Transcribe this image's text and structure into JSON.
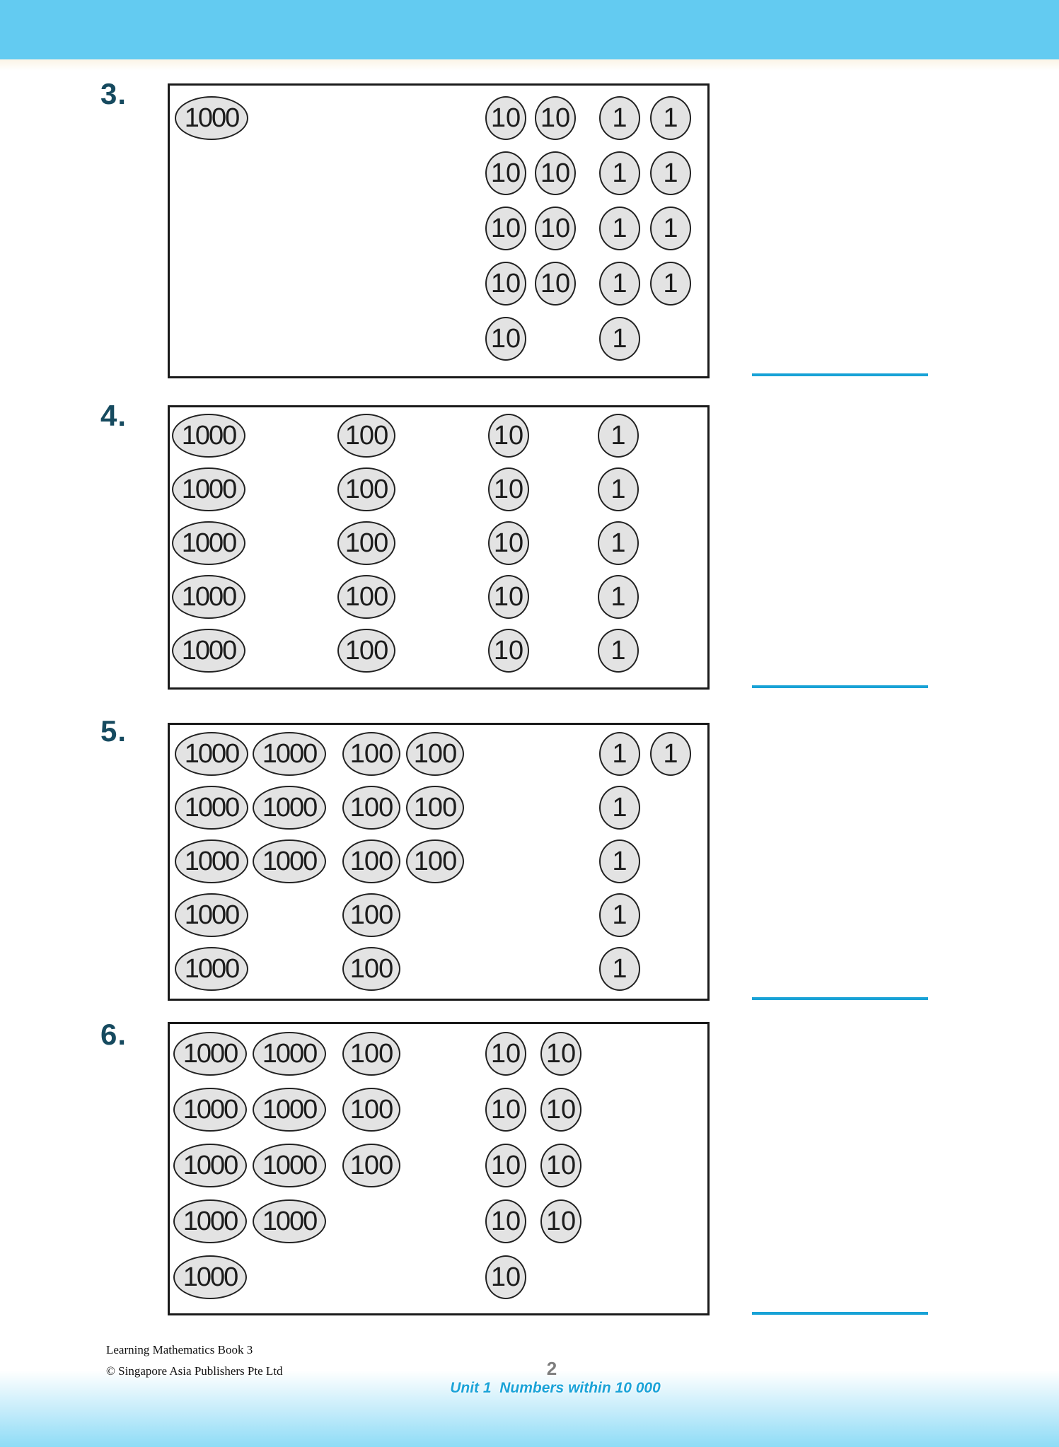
{
  "colors": {
    "header_band": "#63cbf1",
    "answer_line": "#18a2d6",
    "problem_number": "#164a5f",
    "unit_text": "#1ba3d8",
    "page_number": "#7d7d7d",
    "disc_fill": "#e3e3e3",
    "disc_border": "#222222"
  },
  "problems": [
    {
      "label": "3.",
      "rows": [
        [
          {
            "v": "1000",
            "col": 0
          },
          {
            "v": "10",
            "col": 1
          },
          {
            "v": "10",
            "col": 2
          },
          {
            "v": "1",
            "col": 3
          },
          {
            "v": "1",
            "col": 4
          }
        ],
        [
          {
            "v": "10",
            "col": 1
          },
          {
            "v": "10",
            "col": 2
          },
          {
            "v": "1",
            "col": 3
          },
          {
            "v": "1",
            "col": 4
          }
        ],
        [
          {
            "v": "10",
            "col": 1
          },
          {
            "v": "10",
            "col": 2
          },
          {
            "v": "1",
            "col": 3
          },
          {
            "v": "1",
            "col": 4
          }
        ],
        [
          {
            "v": "10",
            "col": 1
          },
          {
            "v": "10",
            "col": 2
          },
          {
            "v": "1",
            "col": 3
          },
          {
            "v": "1",
            "col": 4
          }
        ],
        [
          {
            "v": "10",
            "col": 1
          },
          {
            "v": "1",
            "col": 3
          }
        ]
      ]
    },
    {
      "label": "4.",
      "rows": [
        [
          {
            "v": "1000",
            "col": 0
          },
          {
            "v": "100",
            "col": 1
          },
          {
            "v": "10",
            "col": 2
          },
          {
            "v": "1",
            "col": 3
          }
        ],
        [
          {
            "v": "1000",
            "col": 0
          },
          {
            "v": "100",
            "col": 1
          },
          {
            "v": "10",
            "col": 2
          },
          {
            "v": "1",
            "col": 3
          }
        ],
        [
          {
            "v": "1000",
            "col": 0
          },
          {
            "v": "100",
            "col": 1
          },
          {
            "v": "10",
            "col": 2
          },
          {
            "v": "1",
            "col": 3
          }
        ],
        [
          {
            "v": "1000",
            "col": 0
          },
          {
            "v": "100",
            "col": 1
          },
          {
            "v": "10",
            "col": 2
          },
          {
            "v": "1",
            "col": 3
          }
        ],
        [
          {
            "v": "1000",
            "col": 0
          },
          {
            "v": "100",
            "col": 1
          },
          {
            "v": "10",
            "col": 2
          },
          {
            "v": "1",
            "col": 3
          }
        ]
      ]
    },
    {
      "label": "5.",
      "rows": [
        [
          {
            "v": "1000",
            "col": 0
          },
          {
            "v": "1000",
            "col": 1
          },
          {
            "v": "100",
            "col": 2
          },
          {
            "v": "100",
            "col": 3
          },
          {
            "v": "1",
            "col": 4
          },
          {
            "v": "1",
            "col": 5
          }
        ],
        [
          {
            "v": "1000",
            "col": 0
          },
          {
            "v": "1000",
            "col": 1
          },
          {
            "v": "100",
            "col": 2
          },
          {
            "v": "100",
            "col": 3
          },
          {
            "v": "1",
            "col": 4
          }
        ],
        [
          {
            "v": "1000",
            "col": 0
          },
          {
            "v": "1000",
            "col": 1
          },
          {
            "v": "100",
            "col": 2
          },
          {
            "v": "100",
            "col": 3
          },
          {
            "v": "1",
            "col": 4
          }
        ],
        [
          {
            "v": "1000",
            "col": 0
          },
          {
            "v": "100",
            "col": 2
          },
          {
            "v": "1",
            "col": 4
          }
        ],
        [
          {
            "v": "1000",
            "col": 0
          },
          {
            "v": "100",
            "col": 2
          },
          {
            "v": "1",
            "col": 4
          }
        ]
      ]
    },
    {
      "label": "6.",
      "rows": [
        [
          {
            "v": "1000",
            "col": 0
          },
          {
            "v": "1000",
            "col": 1
          },
          {
            "v": "100",
            "col": 2
          },
          {
            "v": "10",
            "col": 3
          },
          {
            "v": "10",
            "col": 4
          }
        ],
        [
          {
            "v": "1000",
            "col": 0
          },
          {
            "v": "1000",
            "col": 1
          },
          {
            "v": "100",
            "col": 2
          },
          {
            "v": "10",
            "col": 3
          },
          {
            "v": "10",
            "col": 4
          }
        ],
        [
          {
            "v": "1000",
            "col": 0
          },
          {
            "v": "1000",
            "col": 1
          },
          {
            "v": "100",
            "col": 2
          },
          {
            "v": "10",
            "col": 3
          },
          {
            "v": "10",
            "col": 4
          }
        ],
        [
          {
            "v": "1000",
            "col": 0
          },
          {
            "v": "1000",
            "col": 1
          },
          {
            "v": "10",
            "col": 3
          },
          {
            "v": "10",
            "col": 4
          }
        ],
        [
          {
            "v": "1000",
            "col": 0
          },
          {
            "v": "10",
            "col": 3
          }
        ]
      ]
    }
  ],
  "footer": {
    "book_title": "Learning Mathematics Book 3",
    "copyright": "© Singapore Asia Publishers Pte Ltd",
    "page_number": "2",
    "unit_label": "Unit 1  Numbers within 10 000"
  }
}
